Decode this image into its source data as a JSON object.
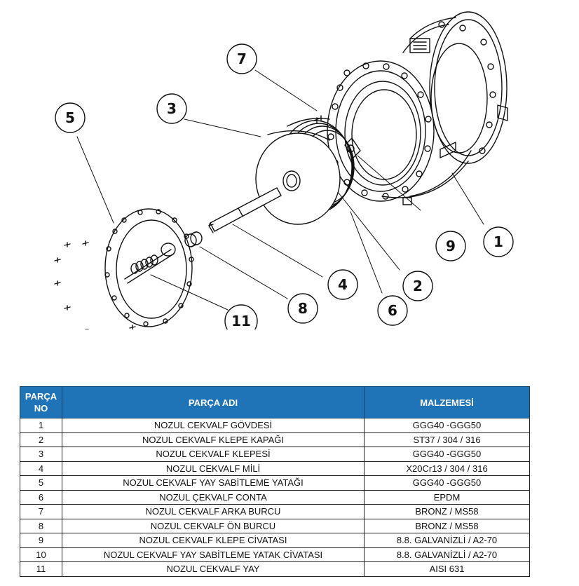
{
  "callouts": [
    "1",
    "2",
    "3",
    "4",
    "5",
    "6",
    "7",
    "8",
    "9",
    "11"
  ],
  "table": {
    "headers": {
      "no": "PARÇA\nNO",
      "name": "PARÇA ADI",
      "material": "MALZEMESİ"
    },
    "rows": [
      {
        "no": "1",
        "name": "NOZUL CEKVALF GÖVDESİ",
        "material": "GGG40 -GGG50"
      },
      {
        "no": "2",
        "name": "NOZUL CEKVALF KLEPE KAPAĞI",
        "material": "ST37 / 304 / 316"
      },
      {
        "no": "3",
        "name": "NOZUL CEKVALF KLEPESİ",
        "material": "GGG40 -GGG50"
      },
      {
        "no": "4",
        "name": "NOZUL CEKVALF MİLİ",
        "material": "X20Cr13 / 304 / 316"
      },
      {
        "no": "5",
        "name": "NOZUL CEKVALF YAY SABİTLEME YATAĞI",
        "material": "GGG40 -GGG50"
      },
      {
        "no": "6",
        "name": "NOZUL ÇEKVALF CONTA",
        "material": "EPDM"
      },
      {
        "no": "7",
        "name": "NOZUL CEKVALF ARKA BURCU",
        "material": "BRONZ / MS58"
      },
      {
        "no": "8",
        "name": "NOZUL CEKVALF ÖN BURCU",
        "material": "BRONZ / MS58"
      },
      {
        "no": "9",
        "name": "NOZUL CEKVALF KLEPE CİVATASI",
        "material": "8.8. GALVANİZLİ / A2-70"
      },
      {
        "no": "10",
        "name": "NOZUL CEKVALF YAY SABİTLEME YATAK CİVATASI",
        "material": "8.8. GALVANİZLİ / A2-70"
      },
      {
        "no": "11",
        "name": "NOZUL CEKVALF YAY",
        "material": "AISI 631"
      }
    ]
  },
  "colors": {
    "header_bg": "#1f73b7",
    "header_text": "#ffffff",
    "line": "#111111"
  }
}
